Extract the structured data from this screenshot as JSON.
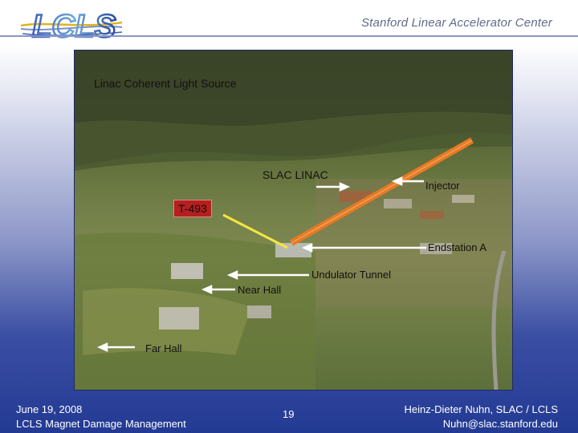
{
  "header": {
    "logo_text": "LCLS",
    "organization": "Stanford Linear Accelerator Center"
  },
  "photo": {
    "labels": {
      "title": "Linac Coherent Light Source",
      "linac": "SLAC LINAC",
      "injector": "Injector",
      "t493": "T-493",
      "endstation": "Endstation A",
      "undulator": "Undulator Tunnel",
      "near_hall": "Near Hall",
      "far_hall": "Far Hall"
    },
    "colors": {
      "linac_line": "#e87a22",
      "t493_line": "#f2e640",
      "t493_badge": "#b51f1f"
    }
  },
  "footer": {
    "date": "June 19, 2008",
    "talk_title": "LCLS Magnet Damage Management",
    "page_number": "19",
    "author": "Heinz-Dieter Nuhn, SLAC / LCLS",
    "email": "Nuhn@slac.stanford.edu"
  }
}
